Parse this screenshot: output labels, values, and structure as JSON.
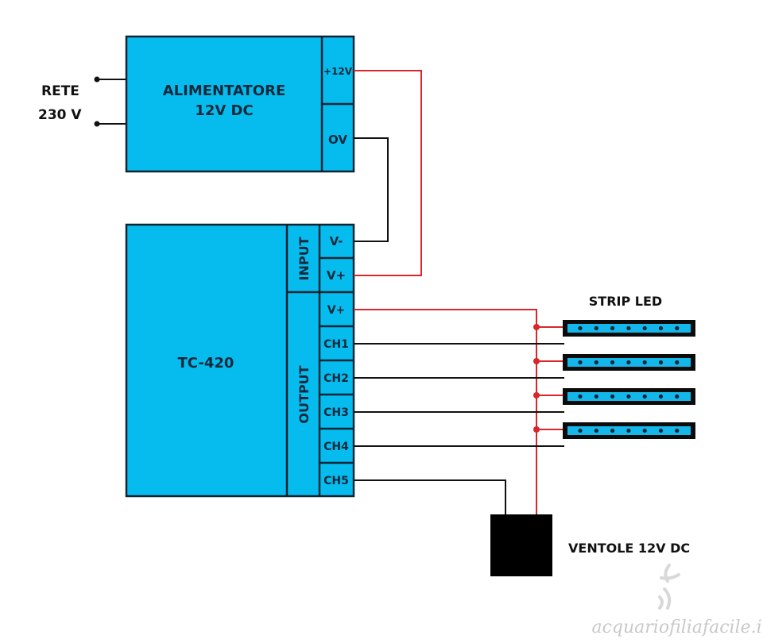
{
  "mains": {
    "line1": "RETE",
    "line2": "230 V"
  },
  "power_supply": {
    "title_line1": "ALIMENTATORE",
    "title_line2": "12V DC",
    "terminals": [
      "+12V",
      "OV"
    ]
  },
  "controller": {
    "title": "TC-420",
    "input_label": "INPUT",
    "output_label": "OUTPUT",
    "input_terminals": [
      "V-",
      "V+"
    ],
    "output_terminals": [
      "V+",
      "CH1",
      "CH2",
      "CH3",
      "CH4",
      "CH5"
    ]
  },
  "led_strips": {
    "title": "STRIP LED",
    "count": 4,
    "leds_per_strip": 7
  },
  "fans": {
    "label": "VENTOLE 12V DC"
  },
  "watermark": {
    "text": "acquariofiliafacile.it"
  },
  "colors": {
    "block_fill": "#06bcef",
    "block_stroke": "#0d2433",
    "positive_wire": "#d8262a",
    "negative_wire": "#111111"
  }
}
